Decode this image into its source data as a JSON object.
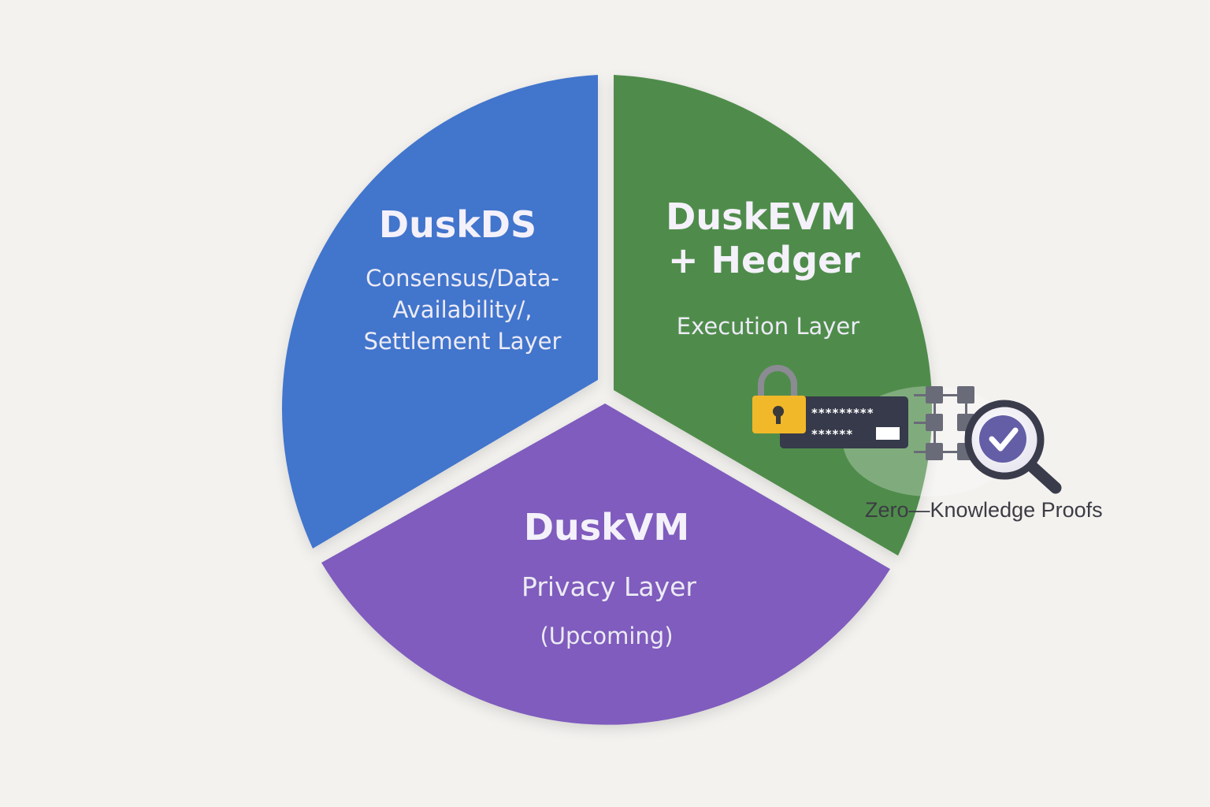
{
  "diagram": {
    "colors": {
      "background": "#f3f2ef",
      "settlement": "#4274cc",
      "execution": "#4f8c4b",
      "privacy": "#7f5bbd"
    },
    "segments": [
      {
        "id": "dusk-ds",
        "title": "DuskDS",
        "lines": [
          "Consensus/Data-",
          "Availability/,",
          "Settlement Layer"
        ],
        "color": "#4274cc"
      },
      {
        "id": "dusk-evm",
        "title_lines": [
          "DuskEVM",
          "+ Hedger"
        ],
        "lines": [
          "Execution Layer"
        ],
        "color": "#4f8c4b"
      },
      {
        "id": "dusk-vm",
        "title": "DuskVM",
        "lines": [
          "Privacy Layer",
          "(Upcoming)"
        ],
        "color": "#7f5bbd"
      }
    ],
    "zk_badge": {
      "label": "Zero—Knowledge Proofs",
      "password_lines": [
        "*********",
        "******"
      ],
      "icons": [
        "padlock-icon",
        "password-field-icon",
        "circuit-grid-icon",
        "magnifier-check-icon"
      ]
    }
  }
}
